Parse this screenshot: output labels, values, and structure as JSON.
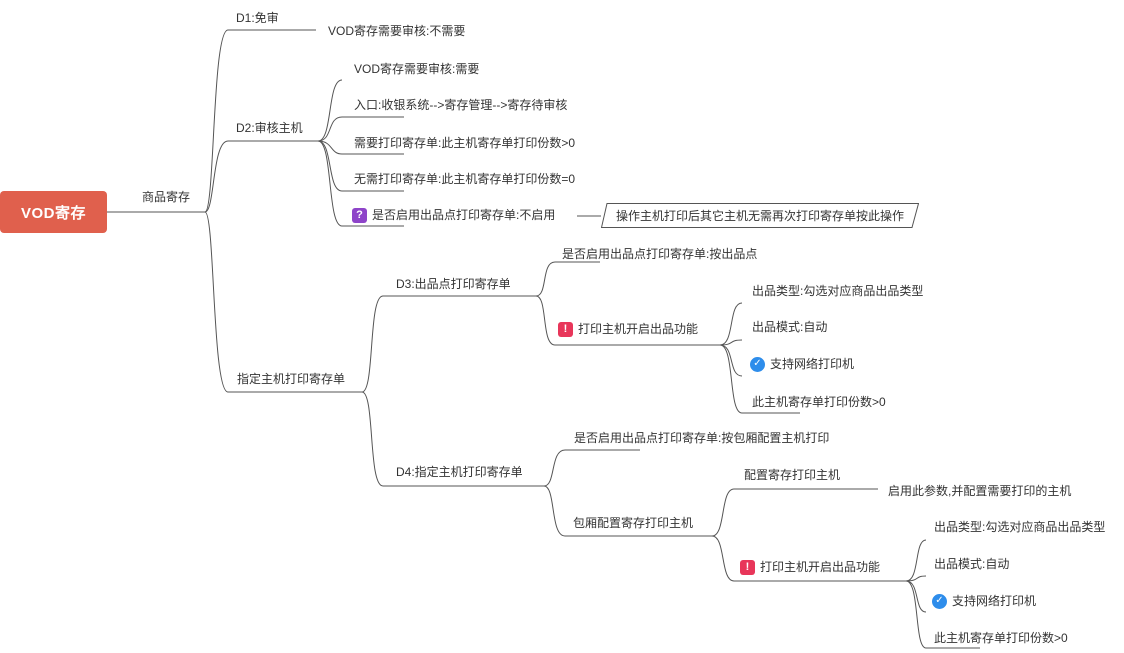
{
  "root": "VOD寄存",
  "nodes": {
    "shangpin": "商品寄存",
    "d1": "D1:免审",
    "d1_child": "VOD寄存需要审核:不需要",
    "d2": "D2:审核主机",
    "d2_c1": "VOD寄存需要审核:需要",
    "d2_c2": "入口:收银系统-->寄存管理-->寄存待审核",
    "d2_c3": "需要打印寄存单:此主机寄存单打印份数>0",
    "d2_c4": "无需打印寄存单:此主机寄存单打印份数=0",
    "d2_c5": "是否启用出品点打印寄存单:不启用",
    "d2_c5_note": "操作主机打印后其它主机无需再次打印寄存单按此操作",
    "zhiding": "指定主机打印寄存单",
    "d3": "D3:出品点打印寄存单",
    "d3_c1": "是否启用出品点打印寄存单:按出品点",
    "d3_c2": "打印主机开启出品功能",
    "d3_c2_a": "出品类型:勾选对应商品出品类型",
    "d3_c2_b": "出品模式:自动",
    "d3_c2_c": "支持网络打印机",
    "d3_c2_d": "此主机寄存单打印份数>0",
    "d4": "D4:指定主机打印寄存单",
    "d4_c1": "是否启用出品点打印寄存单:按包厢配置主机打印",
    "d4_c2": "包厢配置寄存打印主机",
    "d4_c2_config": "配置寄存打印主机",
    "d4_c2_config_a": "启用此参数,并配置需要打印的主机",
    "d4_c2_print": "打印主机开启出品功能",
    "d4_c2_print_a": "出品类型:勾选对应商品出品类型",
    "d4_c2_print_b": "出品模式:自动",
    "d4_c2_print_c": "支持网络打印机",
    "d4_c2_print_d": "此主机寄存单打印份数>0"
  },
  "icons": {
    "question": "question-mark-icon",
    "exclaim": "exclamation-icon",
    "check": "checkmark-icon"
  },
  "colors": {
    "root_bg": "#E0604D",
    "line": "#555555"
  }
}
